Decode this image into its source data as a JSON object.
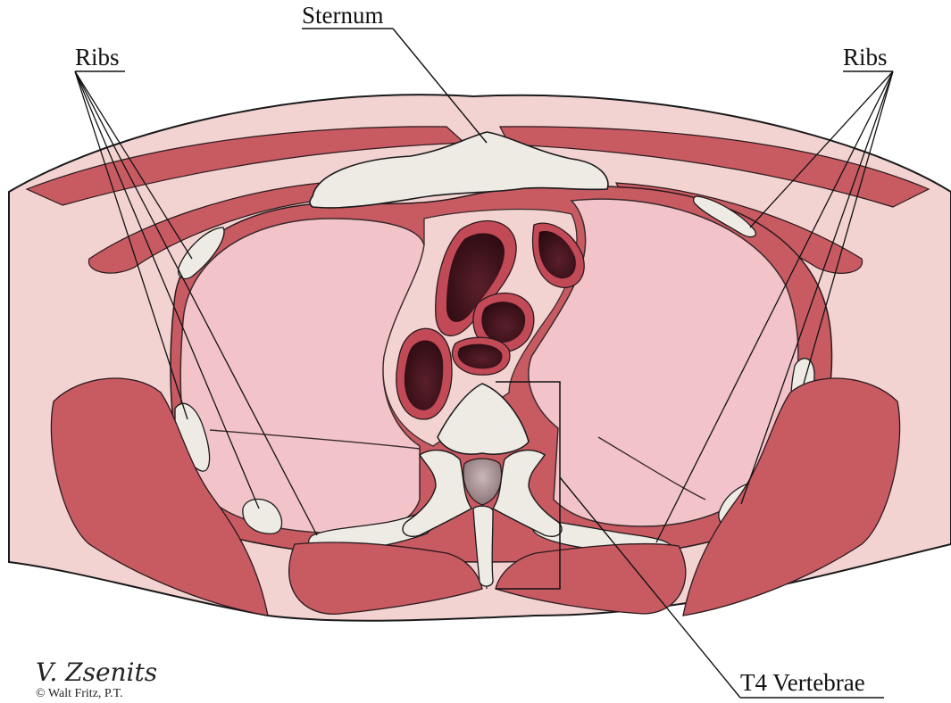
{
  "labels": {
    "sternum": "Sternum",
    "ribs_left": "Ribs",
    "ribs_right": "Ribs",
    "t4_vertebrae": "T4 Vertebrae"
  },
  "credit": {
    "signature": "V. Zsenits",
    "copyright": "© Walt Fritz, P.T."
  },
  "colors": {
    "skin": "#f3d3d2",
    "muscle": "#c85a62",
    "muscle_dark": "#a8434c",
    "lung": "#f2c4c9",
    "bone": "#eeeae4",
    "vessel_wall": "#c24a57",
    "vessel_lumen": "#3a0f16",
    "outline": "#2a1a1c"
  }
}
